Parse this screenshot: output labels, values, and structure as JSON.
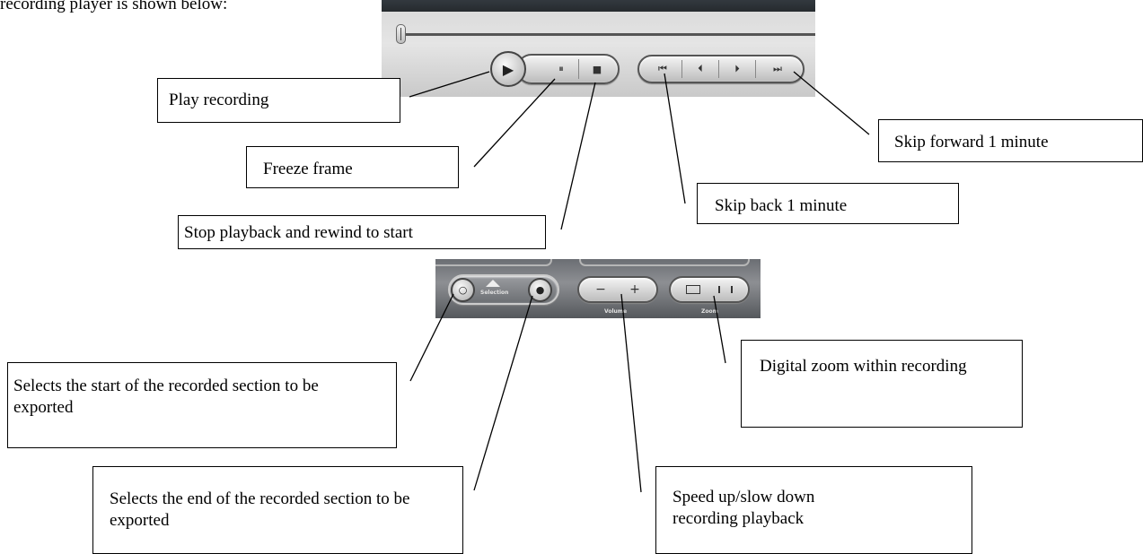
{
  "intro_text": "recording player is shown below:",
  "player": {
    "transport_glyphs": {
      "play": "▶",
      "pause": "⏸",
      "stop": "■"
    },
    "skip_glyphs": [
      "⏮",
      "⏴",
      "⏵",
      "⏭"
    ]
  },
  "panel": {
    "selection_label": "Selection",
    "volume_label": "Volume",
    "zoom_label": "Zoom",
    "minus": "−",
    "plus": "+"
  },
  "callouts": {
    "play": "Play recording",
    "freeze": "Freeze frame",
    "stop": "Stop playback and rewind to start",
    "skip_forward": "Skip forward 1 minute",
    "skip_back": "Skip back 1 minute",
    "select_start": "Selects the start of the recorded section to be exported",
    "select_end": "Selects the end of the recorded section to be exported",
    "speed": "Speed up/slow down recording playback",
    "zoom": "Digital zoom within recording"
  },
  "colors": {
    "line": "#000000",
    "player_bg": "#d9d9d9",
    "panel_bg": "#707378"
  }
}
